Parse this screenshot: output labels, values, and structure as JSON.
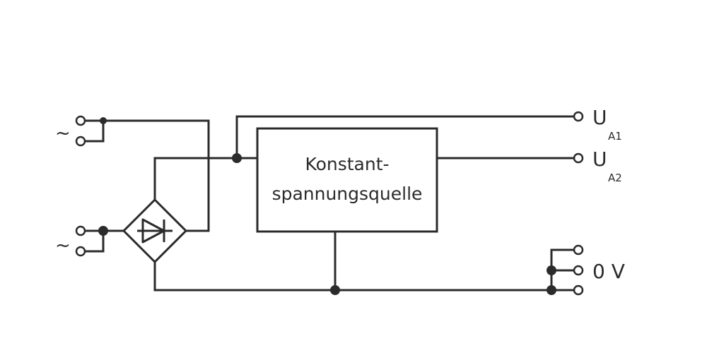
{
  "diagram": {
    "box_label_line1": "Konstant-",
    "box_label_line2": "spannungsquelle",
    "ac_input_1": "~",
    "ac_input_2": "~",
    "output_1": {
      "symbol": "U",
      "subscript": "A1"
    },
    "output_2": {
      "symbol": "U",
      "subscript": "A2"
    },
    "ground_label": "0 V"
  },
  "colors": {
    "line": "#2b2b2b",
    "background": "#ffffff"
  },
  "icons": {
    "rectifier": "bridge-rectifier-icon",
    "diode": "diode-icon"
  }
}
